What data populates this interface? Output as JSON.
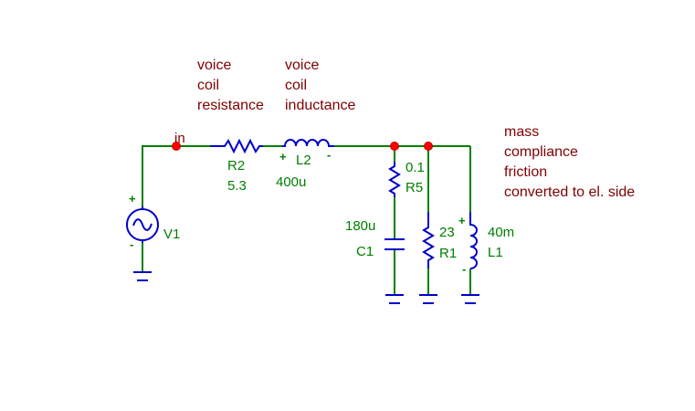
{
  "annotations": {
    "voice_coil_resistance": [
      "voice",
      "coil",
      "resistance"
    ],
    "voice_coil_inductance": [
      "voice",
      "coil",
      "inductance"
    ],
    "mechanical_side": [
      "mass",
      "compliance",
      "friction",
      "converted to el. side"
    ]
  },
  "node_label": "in",
  "components": {
    "R2": {
      "name": "R2",
      "value": "5.3"
    },
    "L2": {
      "name": "L2",
      "value": "400u"
    },
    "R5": {
      "name": "R5",
      "value": "0.1"
    },
    "C1": {
      "name": "C1",
      "value": "180u"
    },
    "R1": {
      "name": "R1",
      "value": "23"
    },
    "L1": {
      "name": "L1",
      "value": "40m"
    },
    "V1": {
      "name": "V1"
    }
  },
  "polarity": {
    "plus": "+",
    "minus": "-"
  },
  "colors": {
    "wire": "#008000",
    "component": "#0000c8",
    "annotation": "#800000",
    "junction": "#ff0000"
  }
}
